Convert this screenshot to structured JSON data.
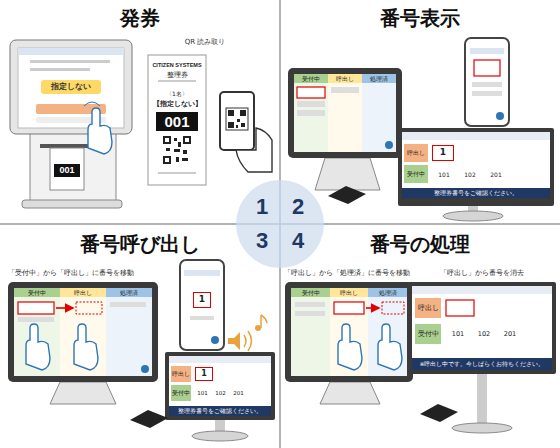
{
  "diagram": {
    "nodes": [
      {
        "text": [
          "発券"
        ]
      },
      {
        "text": [
          "番号表示"
        ]
      },
      {
        "text": [
          "番号呼び出し",
          "「受付中」から「呼出し」に番号を移動"
        ]
      },
      {
        "text": [
          "番号の処理",
          "「呼出し」から「処理済」に番号を移動",
          "「呼出し」から番号を消去"
        ]
      },
      {
        "text": [
          "1",
          "2",
          "3",
          "4"
        ]
      },
      {
        "text": [
          "指定しない"
        ],
        "in": 0
      },
      {
        "text": [
          "CITIZEN SYSTEMS",
          "整理券",
          "〈1名〉",
          "【指定しない】",
          "001"
        ],
        "in": 0
      },
      {
        "text": [
          "受付中",
          "呼出し",
          "処理済"
        ],
        "in": 1
      },
      {
        "text": [
          "呼出し",
          "1",
          "受付中",
          "101",
          "102",
          "201",
          "整理券番号をご確認ください。"
        ],
        "in": 1
      },
      {
        "text": [
          "受付中",
          "呼出し",
          "処理済"
        ],
        "in": 2
      },
      {
        "text": [
          "1"
        ],
        "in": 2
      },
      {
        "text": [
          "呼出し",
          "1",
          "受付中",
          "101",
          "102",
          "201",
          "整理券番号をご確認ください。"
        ],
        "in": 2
      },
      {
        "text": [
          "受付中",
          "呼出し",
          "処理済"
        ],
        "in": 3
      },
      {
        "text": [
          "呼出し",
          "受付中",
          "101",
          "102",
          "201",
          "※呼出し中です。今しばらくお待ちください。"
        ],
        "in": 3
      }
    ],
    "labels": [
      "QR 読み取り",
      "001"
    ]
  }
}
